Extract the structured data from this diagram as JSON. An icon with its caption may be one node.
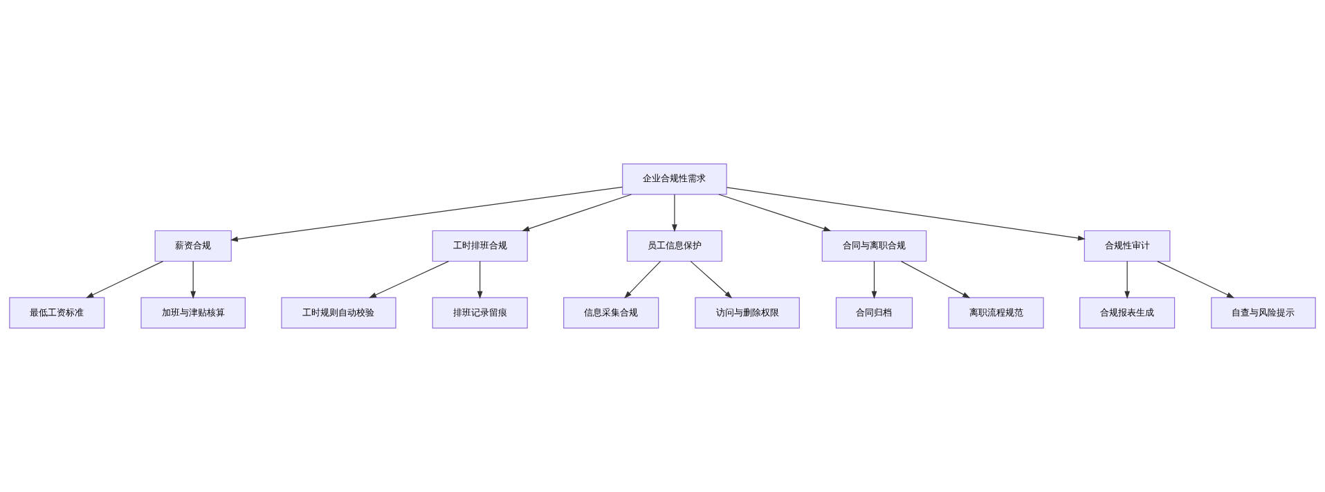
{
  "diagram": {
    "nodes": [
      {
        "text": [
          "企业合规性需求"
        ]
      },
      {
        "text": [
          "薪资合规"
        ]
      },
      {
        "text": [
          "工时排班合规"
        ]
      },
      {
        "text": [
          "员工信息保护"
        ]
      },
      {
        "text": [
          "合同与离职合规"
        ]
      },
      {
        "text": [
          "合规性审计"
        ]
      },
      {
        "text": [
          "最低工资标准"
        ]
      },
      {
        "text": [
          "加班与津贴核算"
        ]
      },
      {
        "text": [
          "工时规则自动校验"
        ]
      },
      {
        "text": [
          "排班记录留痕"
        ]
      },
      {
        "text": [
          "信息采集合规"
        ]
      },
      {
        "text": [
          "访问与删除权限"
        ]
      },
      {
        "text": [
          "合同归档"
        ]
      },
      {
        "text": [
          "离职流程规范"
        ]
      },
      {
        "text": [
          "合规报表生成"
        ]
      },
      {
        "text": [
          "自查与风险提示"
        ]
      }
    ],
    "edges": [
      {
        "from": 0,
        "to": 1,
        "arrow": "to"
      },
      {
        "from": 0,
        "to": 2,
        "arrow": "to"
      },
      {
        "from": 0,
        "to": 3,
        "arrow": "to"
      },
      {
        "from": 0,
        "to": 4,
        "arrow": "to"
      },
      {
        "from": 0,
        "to": 5,
        "arrow": "to"
      },
      {
        "from": 1,
        "to": 6,
        "arrow": "to"
      },
      {
        "from": 1,
        "to": 7,
        "arrow": "to"
      },
      {
        "from": 2,
        "to": 8,
        "arrow": "to"
      },
      {
        "from": 2,
        "to": 9,
        "arrow": "to"
      },
      {
        "from": 3,
        "to": 10,
        "arrow": "to"
      },
      {
        "from": 3,
        "to": 11,
        "arrow": "to"
      },
      {
        "from": 4,
        "to": 12,
        "arrow": "to"
      },
      {
        "from": 4,
        "to": 13,
        "arrow": "to"
      },
      {
        "from": 5,
        "to": 14,
        "arrow": "to"
      },
      {
        "from": 5,
        "to": 15,
        "arrow": "to"
      }
    ]
  }
}
